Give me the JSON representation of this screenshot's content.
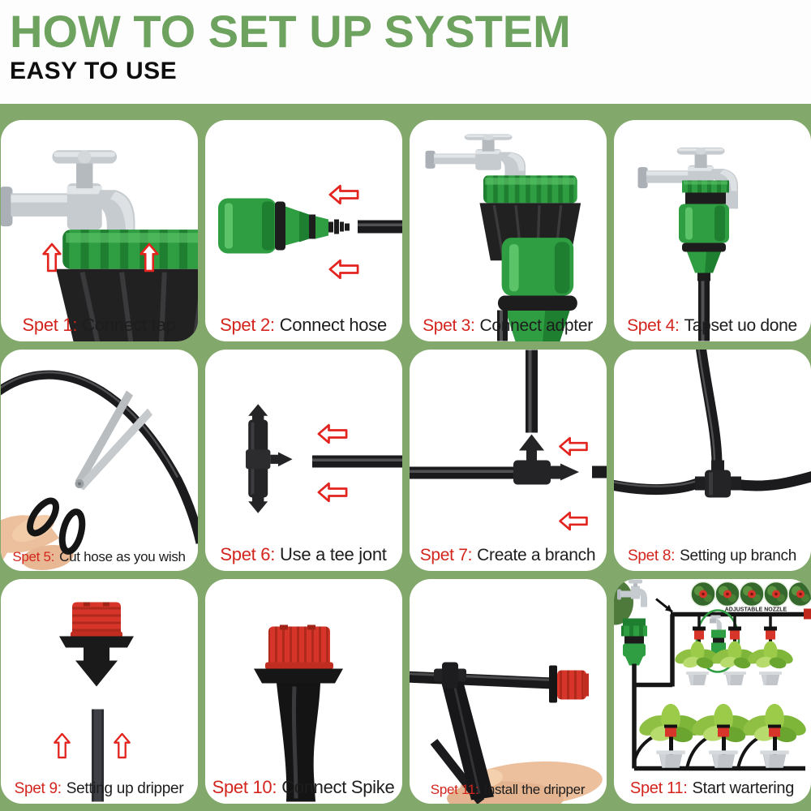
{
  "header": {
    "title": "HOW TO SET UP SYSTEM",
    "subtitle": "EASY TO USE"
  },
  "steps": [
    {
      "label": "Spet 1:",
      "text": "Connect tap",
      "art": "tap-with-connector"
    },
    {
      "label": "Spet 2:",
      "text": "Connect hose",
      "art": "quick-connector-hose"
    },
    {
      "label": "Spet 3:",
      "text": "Connect adpter",
      "art": "tap-adapter-stack"
    },
    {
      "label": "Spet 4:",
      "text": "Tapset uo done",
      "art": "tap-fully-assembled"
    },
    {
      "label": "Spet 5:",
      "text": "Cut hose as you wish",
      "art": "scissors-cutting-hose"
    },
    {
      "label": "Spet 6:",
      "text": "Use a tee jont",
      "art": "tee-joint"
    },
    {
      "label": "Spet 7:",
      "text": "Create a branch",
      "art": "tee-joint-inline"
    },
    {
      "label": "Spet 8:",
      "text": "Setting up branch",
      "art": "tee-branch-assembled"
    },
    {
      "label": "Spet 9:",
      "text": "Setting up dripper",
      "art": "dripper-and-tube"
    },
    {
      "label": "Spet 10:",
      "text": "Connect Spike",
      "art": "dripper-on-spike"
    },
    {
      "label": "Spet 11:",
      "text": "Install the dripper",
      "art": "hand-installing-dripper"
    },
    {
      "label": "Spet 11:",
      "text": "Start wartering",
      "art": "watering-system-diagram"
    }
  ],
  "diagram": {
    "nozzle_label": "ADJUSTABLE NOZZLE"
  },
  "colors": {
    "background_green": "#82a86c",
    "title_green": "#6da25f",
    "step_red": "#d3251d",
    "caption_black": "#1d1d1d",
    "connector_green": "#2f9e42",
    "dripper_red": "#d8352a",
    "hose_black": "#1b1b1d",
    "faucet_silver": "#c6cbcf"
  }
}
